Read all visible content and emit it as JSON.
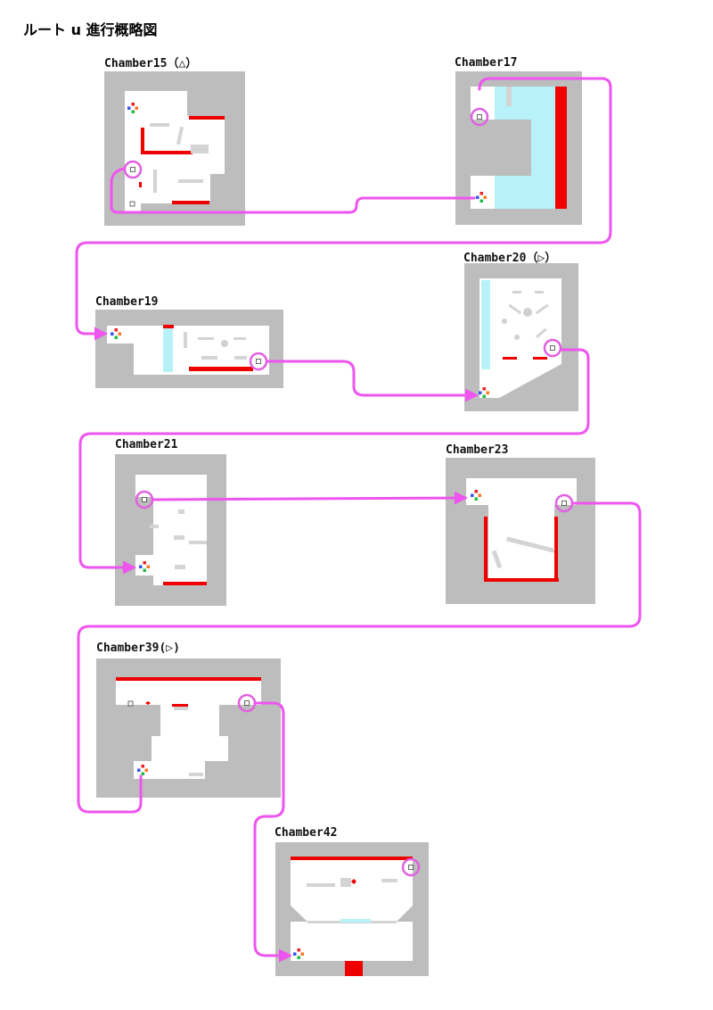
{
  "title": "ルート u 進行概略図",
  "chambers": [
    {
      "id": "c15",
      "label": "Chamber15（△）"
    },
    {
      "id": "c17",
      "label": "Chamber17"
    },
    {
      "id": "c19",
      "label": "Chamber19"
    },
    {
      "id": "c20",
      "label": "Chamber20（▷）"
    },
    {
      "id": "c21",
      "label": "Chamber21"
    },
    {
      "id": "c23",
      "label": "Chamber23"
    },
    {
      "id": "c39",
      "label": "Chamber39(▷)"
    },
    {
      "id": "c42",
      "label": "Chamber42"
    }
  ],
  "colors": {
    "wall": "#bdbdbd",
    "floor": "#ffffff",
    "hazard": "#ee0000",
    "water": "#b6f2f7",
    "route": "#ee55ee",
    "marker_blue": "#3355ee",
    "marker_orange": "#ff7722",
    "marker_red": "#ee2222",
    "marker_green": "#22bb44"
  },
  "icons": {
    "entrance": "four-dot-spawn-icon",
    "exit": "exit-ring-icon"
  }
}
